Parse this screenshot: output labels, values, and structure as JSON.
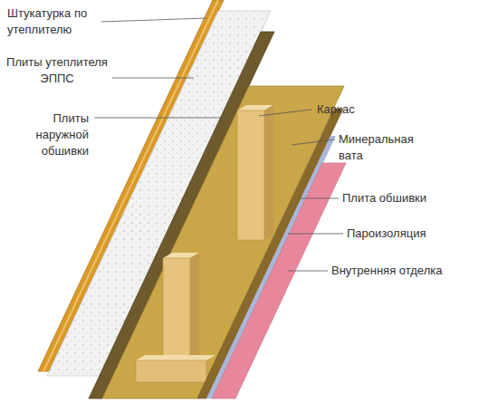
{
  "diagram": {
    "labels": [
      "Штукатурка по утеплителю",
      "Плиты утеплителя ЭППС",
      "Плиты наружной обшивки",
      "Каркас",
      "Минеральная вата",
      "Плита обшивки",
      "Пароизоляция",
      "Внутренняя отделка"
    ]
  }
}
